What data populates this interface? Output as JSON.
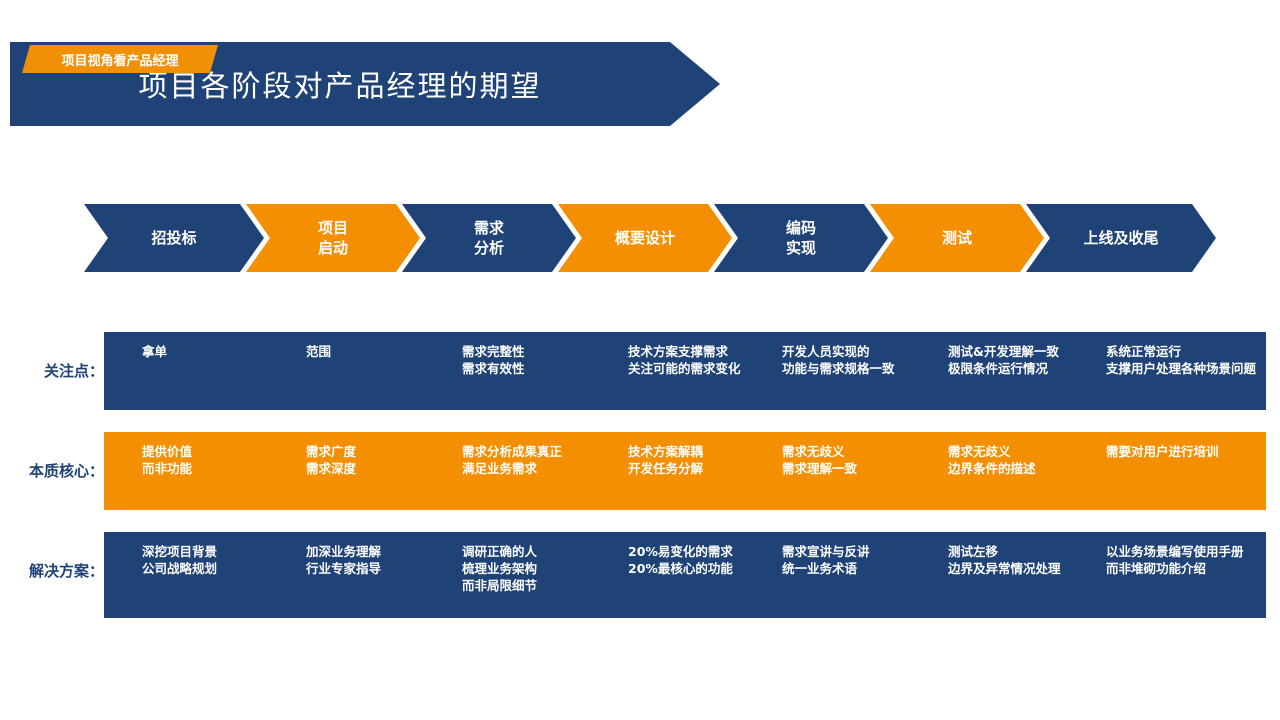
{
  "header": {
    "tag": "项目视角看产品经理",
    "title": "项目各阶段对产品经理的期望"
  },
  "stages": [
    {
      "label": "招投标",
      "color": "blue"
    },
    {
      "label": "项目\n启动",
      "color": "orange"
    },
    {
      "label": "需求\n分析",
      "color": "blue"
    },
    {
      "label": "概要设计",
      "color": "orange"
    },
    {
      "label": "编码\n实现",
      "color": "blue"
    },
    {
      "label": "测试",
      "color": "orange"
    },
    {
      "label": "上线及收尾",
      "color": "blue"
    }
  ],
  "rows": [
    {
      "label": "关注点：",
      "color": "blue",
      "cells": [
        "拿单",
        "范围",
        "需求完整性\n需求有效性",
        "技术方案支撑需求\n关注可能的需求变化",
        "开发人员实现的\n功能与需求规格一致",
        "测试&开发理解一致\n极限条件运行情况",
        "系统正常运行\n支撑用户处理各种场景问题"
      ]
    },
    {
      "label": "本质核心：",
      "color": "orange",
      "cells": [
        "提供价值\n而非功能",
        "需求广度\n需求深度",
        "需求分析成果真正\n满足业务需求",
        "技术方案解耦\n开发任务分解",
        "需求无歧义\n需求理解一致",
        "需求无歧义\n边界条件的描述",
        "需要对用户进行培训"
      ]
    },
    {
      "label": "解决方案：",
      "color": "blue",
      "cells": [
        "深挖项目背景\n公司战略规划",
        "加深业务理解\n行业专家指导",
        "调研正确的人\n梳理业务架构\n而非局限细节",
        "20%易变化的需求\n20%最核心的功能",
        "需求宣讲与反讲\n统一业务术语",
        "测试左移\n边界及异常情况处理",
        "以业务场景编写使用手册\n而非堆砌功能介绍"
      ]
    }
  ],
  "colors": {
    "blue": "#1f4277",
    "orange": "#f38f00",
    "tag": "#f18f07",
    "text": "#ffffff"
  }
}
